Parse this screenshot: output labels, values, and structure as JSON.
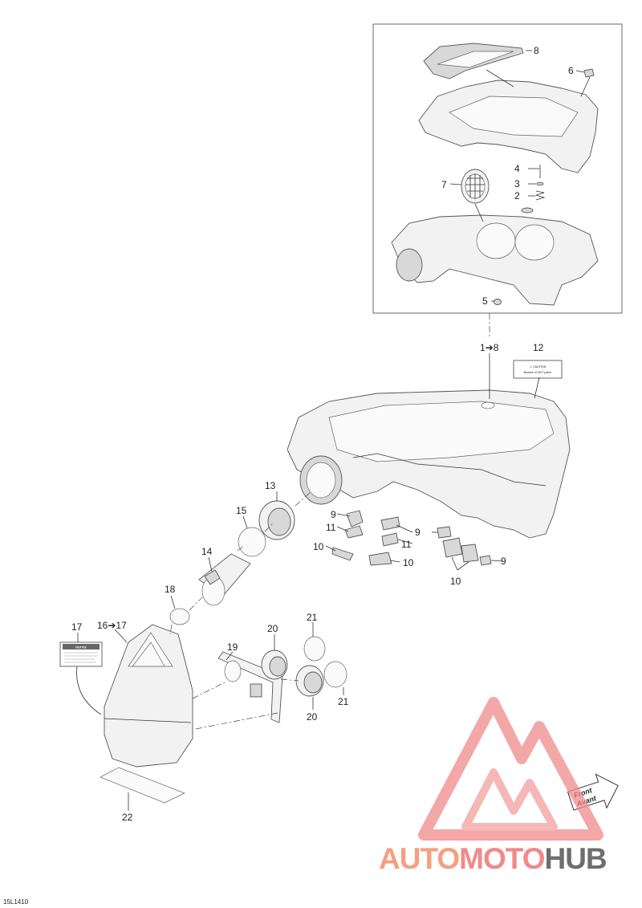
{
  "callouts": {
    "c1_8": "1➔8",
    "c2": "2",
    "c3": "3",
    "c4": "4",
    "c5": "5",
    "c6": "6",
    "c7": "7",
    "c8": "8",
    "c9a": "9",
    "c9b": "9",
    "c9c": "9",
    "c10a": "10",
    "c10b": "10",
    "c10c": "10",
    "c11a": "11",
    "c11b": "11",
    "c12": "12",
    "c13": "13",
    "c14": "14",
    "c15": "15",
    "c16_17": "16➔17",
    "c17": "17",
    "c18": "18",
    "c19": "19",
    "c20a": "20",
    "c20b": "20",
    "c21a": "21",
    "c21b": "21",
    "c22": "22"
  },
  "labels": {
    "caution_line1": "⚠ CAUTION",
    "caution_line2": "Beware of HOT parts!",
    "notice_title": "NOTICE"
  },
  "direction": {
    "line1": "Front",
    "line2": "Avant"
  },
  "watermark": {
    "part1": "AUTO",
    "part2": "MOTO",
    "part3": "HUB",
    "color_primary": "#f4a080",
    "color_secondary": "#f08a8a",
    "color_dark": "#6e6e6e"
  },
  "drawing_code": "15L1410"
}
